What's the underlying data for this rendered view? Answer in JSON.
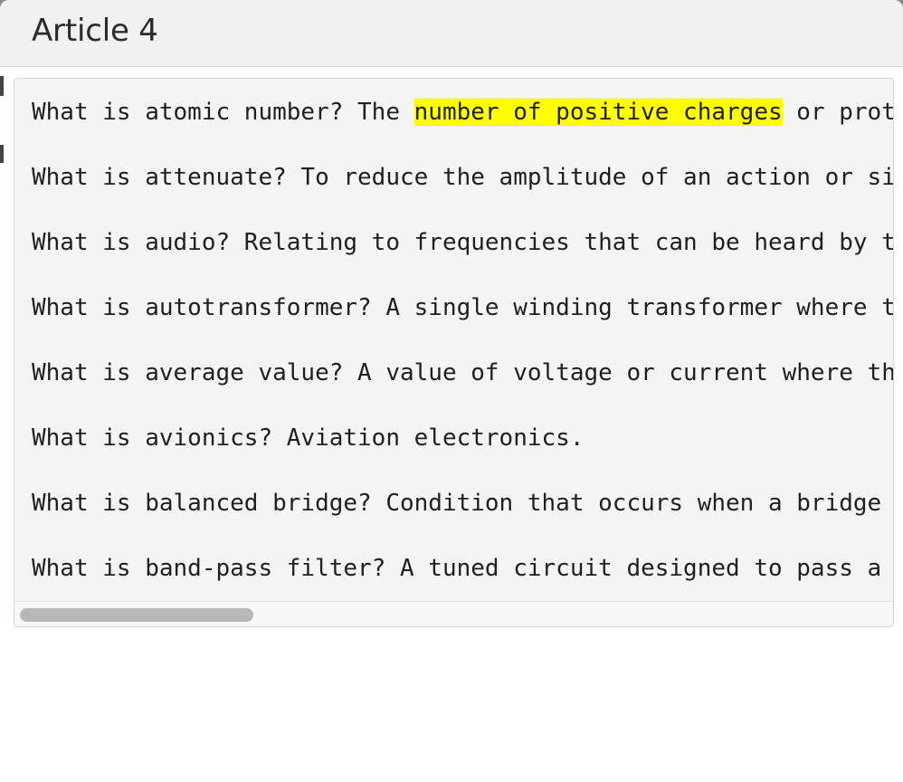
{
  "dialog": {
    "title": "Article 4"
  },
  "article": {
    "lines": [
      {
        "before": "What is atomic number? The ",
        "highlight": "number of positive charges",
        "after": " or prot"
      },
      {
        "text": "What is attenuate? To reduce the amplitude of an action or si"
      },
      {
        "text": "What is audio? Relating to frequencies that can be heard by t"
      },
      {
        "text": "What is autotransformer? A single winding transformer where t"
      },
      {
        "text": "What is average value? A value of voltage or current where th"
      },
      {
        "text": "What is avionics? Aviation electronics."
      },
      {
        "text": "What is balanced bridge? Condition that occurs when a bridge "
      },
      {
        "text": "What is band-pass filter? A tuned circuit designed to pass a "
      }
    ]
  },
  "colors": {
    "highlight": "#ffff00",
    "panel_background": "#f4f4f4",
    "header_background": "#f1f1f1"
  }
}
